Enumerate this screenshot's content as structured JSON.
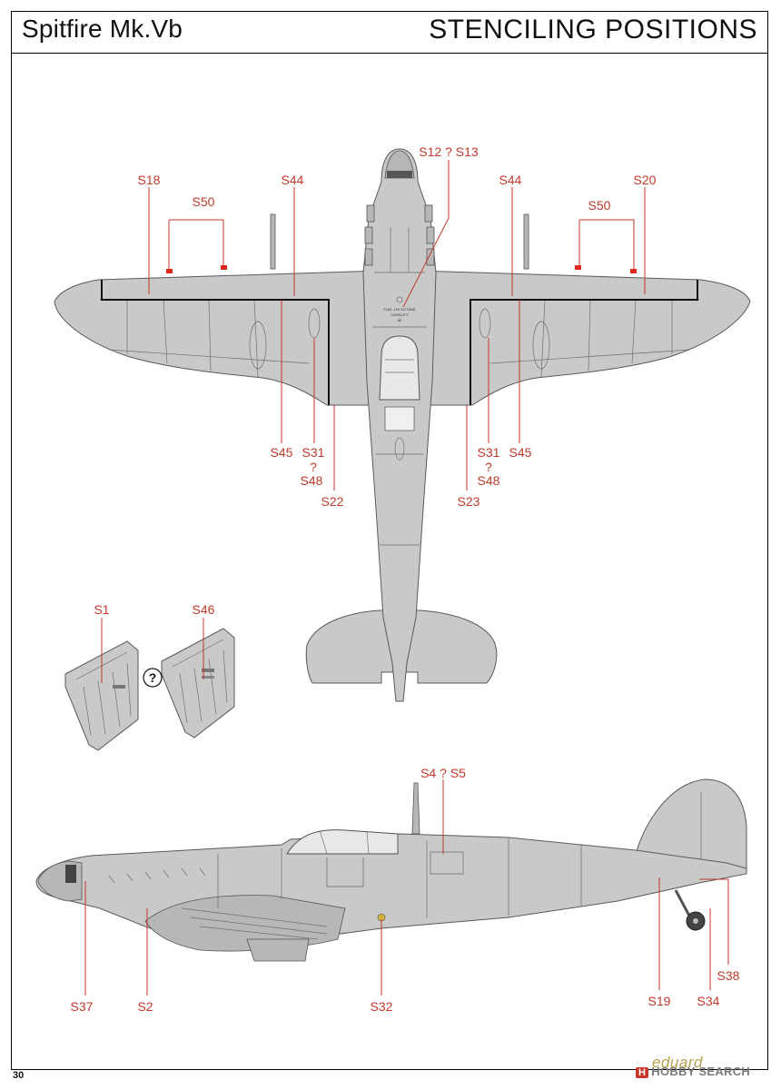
{
  "header": {
    "aircraft_name": "Spitfire Mk.Vb",
    "section_title": "STENCILING POSITIONS"
  },
  "footer": {
    "page_number": "30",
    "brand": "eduard",
    "watermark_mark": "H",
    "watermark": "HOBBY SEARCH"
  },
  "colors": {
    "callout": "#c0392b",
    "airframe": "#c9c9c9",
    "outline": "#5a5a5a"
  },
  "icons": {
    "question_marker": "question-circle-icon"
  },
  "stencil_texts": {
    "fuel_1": "FUEL 100 OCTANE",
    "fuel_2": "CAPACITY",
    "fuel_3": "85"
  },
  "callouts": {
    "s12_s13": "S12 ? S13",
    "s18": "S18",
    "s50_left": "S50",
    "s44_left": "S44",
    "s44_right": "S44",
    "s50_right": "S50",
    "s20": "S20",
    "s45_left": "S45",
    "s31_left": "S31",
    "q_left": "?",
    "s48_left": "S48",
    "s22": "S22",
    "s31_right": "S31",
    "s45_right": "S45",
    "q_right": "?",
    "s48_right": "S48",
    "s23": "S23",
    "s1": "S1",
    "s46": "S46",
    "q_detail": "?",
    "s4_s5": "S4 ? S5",
    "s37": "S37",
    "s2": "S2",
    "s32": "S32",
    "s19": "S19",
    "s34": "S34",
    "s38": "S38"
  }
}
